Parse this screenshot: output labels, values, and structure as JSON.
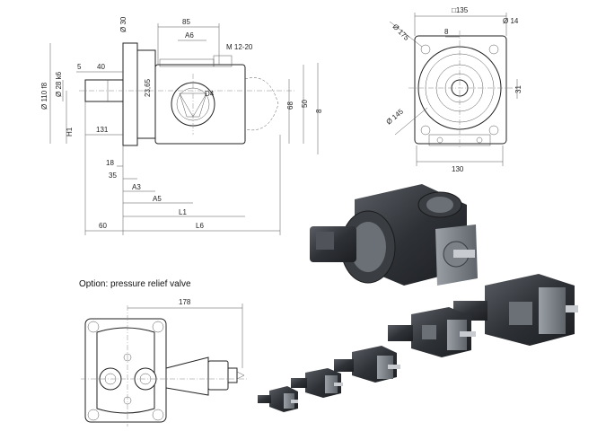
{
  "caption": "Option: pressure relief valve",
  "front_view": {
    "dims": [
      "Ø 30",
      "85",
      "A6",
      "M 12-20",
      "Ø 110 f8",
      "Ø 28 k6",
      "5",
      "40",
      "23,65",
      "D4",
      "A5",
      "H1",
      "131",
      "68",
      "50",
      "8",
      "18",
      "35",
      "A3",
      "L1",
      "60",
      "L6"
    ]
  },
  "side_view": {
    "dims": [
      "□135",
      "Ø 14",
      "Ø 175",
      "8",
      "31",
      "Ø 145",
      "130"
    ]
  },
  "option_view": {
    "dims": [
      "178"
    ]
  },
  "colors": {
    "line": "#222222",
    "pump_dark": "#3a3d42",
    "pump_light": "#8c9096"
  }
}
